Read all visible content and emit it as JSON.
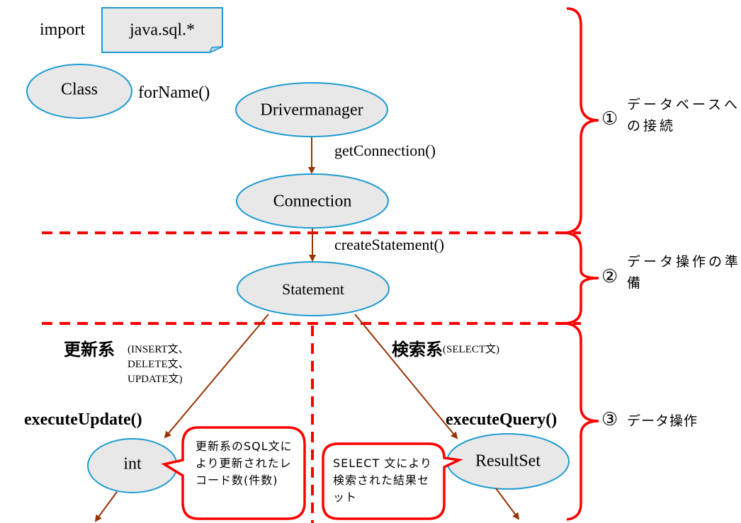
{
  "colors": {
    "node_fill": "#e8e8e8",
    "node_stroke": "#1e9bd1",
    "arrow": "#993300",
    "section_red": "#ff0000"
  },
  "import": {
    "keyword": "import",
    "package": "java.sql.*"
  },
  "nodes": {
    "class": "Class",
    "drivermanager": "Drivermanager",
    "connection": "Connection",
    "statement": "Statement",
    "int": "int",
    "resultset": "ResultSet"
  },
  "methods": {
    "for_name": "forName()",
    "get_connection": "getConnection()",
    "create_statement": "createStatement()",
    "execute_update": "executeUpdate()",
    "execute_query": "executeQuery()"
  },
  "branches": {
    "update": {
      "title": "更新系",
      "detail_lines": [
        "(INSERT文、",
        "DELETE文、",
        "UPDATE文)"
      ]
    },
    "query": {
      "title": "検索系",
      "detail": "(SELECT文)"
    }
  },
  "callouts": {
    "update_result": "更新系のSQL文により更新されたレコード数(件数)",
    "query_result": "SELECT 文により検索された結果セット"
  },
  "sections": [
    {
      "number": "①",
      "label": "データベースへの接続"
    },
    {
      "number": "②",
      "label": "データ操作の準備"
    },
    {
      "number": "③",
      "label": "データ操作"
    }
  ]
}
